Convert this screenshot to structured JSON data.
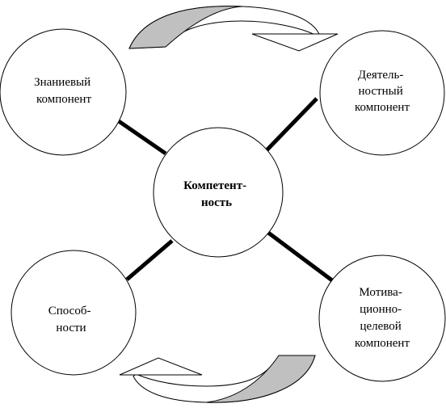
{
  "diagram": {
    "center": {
      "lines": [
        "Компетент-",
        "ность"
      ]
    },
    "nodes": {
      "knowledge": {
        "lines": [
          "Знаниевый",
          "компонент"
        ]
      },
      "activity": {
        "lines": [
          "Деятель-",
          "ностный",
          "компонент"
        ]
      },
      "abilities": {
        "lines": [
          "Способ-",
          "ности"
        ]
      },
      "motivation": {
        "lines": [
          "Мотива-",
          "ционно-",
          "целевой",
          "компонент"
        ]
      }
    },
    "colors": {
      "arrow_fill": "#c0c0c0",
      "stroke": "#000000"
    }
  }
}
